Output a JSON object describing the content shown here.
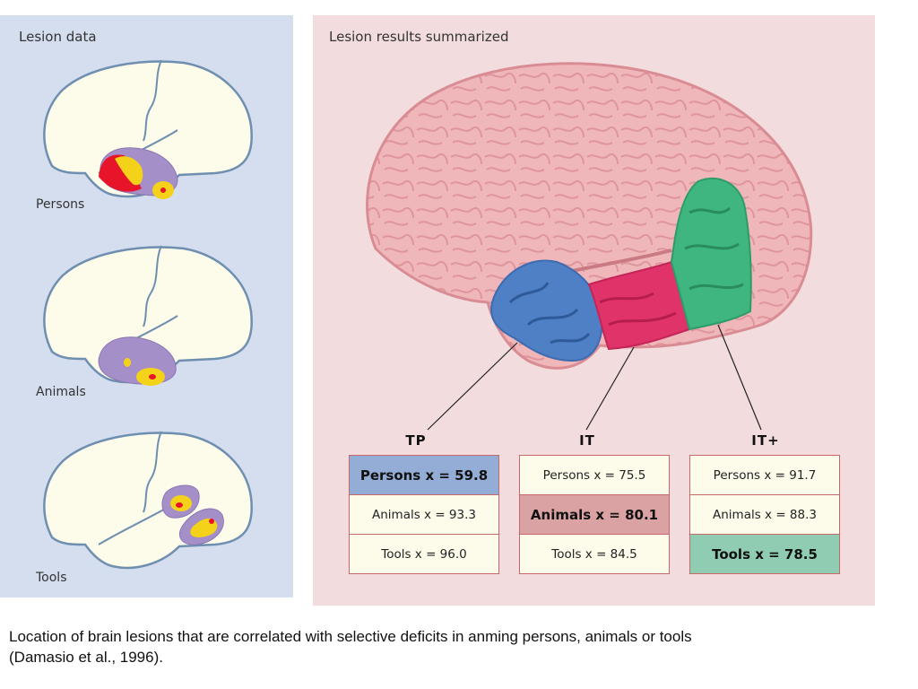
{
  "left_panel": {
    "title": "Lesion data",
    "brains": [
      {
        "label": "Persons"
      },
      {
        "label": "Animals"
      },
      {
        "label": "Tools"
      }
    ]
  },
  "right_panel": {
    "title": "Lesion results summarized",
    "regions": [
      {
        "label": "TP",
        "color": "#4f7fc4",
        "rows": [
          "Persons x = 59.8",
          "Animals x = 93.3",
          "Tools x = 96.0"
        ],
        "highlight": 0
      },
      {
        "label": "IT",
        "color": "#e0336a",
        "rows": [
          "Persons x = 75.5",
          "Animals x = 80.1",
          "Tools x = 84.5"
        ],
        "highlight": 1
      },
      {
        "label": "IT+",
        "color": "#3fb57f",
        "rows": [
          "Persons x = 91.7",
          "Animals x = 88.3",
          "Tools x = 78.5"
        ],
        "highlight": 2
      }
    ]
  },
  "colors": {
    "left_bg": "#d4deef",
    "right_bg": "#f2dcdd",
    "brain_fill": "#fdfbea",
    "brain_outline": "#6f8fb0",
    "lesion_purple": "#a58fc8",
    "lesion_yellow": "#f5d21a",
    "lesion_red": "#e8142a",
    "table_border": "#c8686a",
    "cortex_pink": "#f0b7bb"
  },
  "caption": {
    "line1": "Location of brain lesions that are correlated with selective deficits in anming persons, animals or tools",
    "line2": "(Damasio et al., 1996)."
  }
}
